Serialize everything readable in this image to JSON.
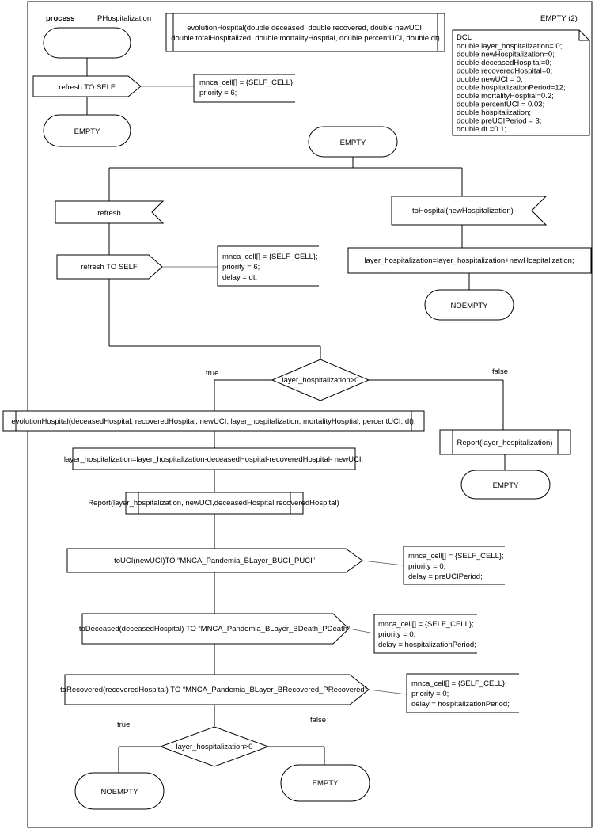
{
  "header": {
    "keyword": "process",
    "name": "PHospitalization",
    "page_label": "EMPTY (2)"
  },
  "procedure_decl": {
    "line1": "evolutionHospital(double deceased, double recovered, double newUCI,",
    "line2": "double totalHospitalized, double mortalityHosptial, double percentUCI, double dt)"
  },
  "dcl": {
    "title": "DCL",
    "lines": [
      "double layer_hospitalization= 0;",
      "double newHospitalization=0;",
      "double deceasedHospital=0;",
      "double recoveredHospital=0;",
      "double newUCI = 0;",
      "double hospitalizationPeriod=12;",
      "double mortalityHosptial=0.2;",
      "double percentUCI = 0.03;",
      "double hospitalization;",
      "double preUCIPeriod = 3;",
      "double dt =0.1;"
    ]
  },
  "start_section": {
    "output": "refresh TO SELF",
    "comment": [
      "mnca_cell[] = {SELF_CELL};",
      "priority = 6;"
    ],
    "state": "EMPTY"
  },
  "main": {
    "state": "EMPTY",
    "input_left": "refresh",
    "input_right_prefix": "toHospital",
    "input_right_args": "(newHospitalization)",
    "output_left": "refresh TO SELF",
    "comment_left": [
      "mnca_cell[] = {SELF_CELL};",
      "priority = 6;",
      "delay = dt;"
    ],
    "task_right": "layer_hospitalization=layer_hospitalization+newHospitalization;",
    "state_right": "NOEMPTY",
    "decision1": "layer_hospitalization>0",
    "true_label": "true",
    "false_label": "false",
    "proc_call": "evolutionHospital(deceasedHospital, recoveredHospital, newUCI, layer_hospitalization, mortalityHosptial, percentUCI, dt);",
    "report_false": "Report(layer_hospitalization)",
    "state_false": "EMPTY",
    "task_update": "layer_hospitalization=layer_hospitalization-deceasedHospital-recoveredHospital- newUCI;",
    "report_true": "Report(layer_hospitalization, newUCI,deceasedHospital,recoveredHospital)",
    "out_uci": "toUCI(newUCI)TO “MNCA_Pandemia_BLayer_BUCI_PUCI”",
    "comment_uci": [
      "mnca_cell[] = {SELF_CELL};",
      "priority = 0;",
      "delay = preUCIPeriod;"
    ],
    "out_death": "toDeceased(deceasedHospital) TO “MNCA_Pandemia_BLayer_BDeath_PDeath”",
    "comment_death": [
      "mnca_cell[] = {SELF_CELL};",
      "priority = 0;",
      "delay = hospitalizationPeriod;"
    ],
    "out_recovered": "toRecovered(recoveredHospital) TO “MNCA_Pandemia_BLayer_BRecovered_PRecovered”",
    "comment_recovered": [
      "mnca_cell[] = {SELF_CELL};",
      "priority = 0;",
      "delay = hospitalizationPeriod;"
    ],
    "decision2": "layer_hospitalization>0",
    "true_label2": "true",
    "false_label2": "false",
    "state_end_true": "NOEMPTY",
    "state_end_false": "EMPTY"
  }
}
